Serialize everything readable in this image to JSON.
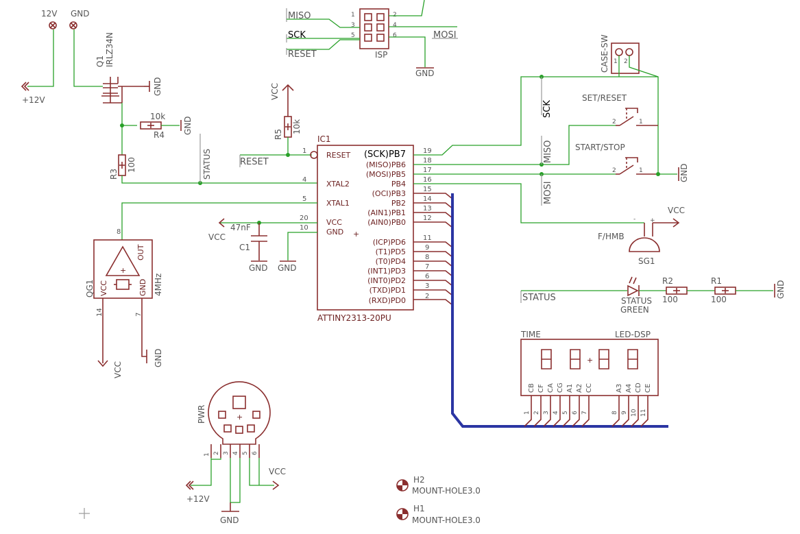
{
  "components": {
    "ic1": {
      "name": "IC1",
      "value": "ATTINY2313-20PU",
      "left_pins": [
        "RESET",
        "XTAL2",
        "XTAL1",
        "VCC",
        "GND"
      ],
      "left_nums": [
        "1",
        "4",
        "5",
        "20",
        "10"
      ],
      "right_pins": [
        "(SCK)PB7",
        "(MISO)PB6",
        "(MOSI)PB5",
        "PB4",
        "(OCI)PB3",
        "PB2",
        "(AIN1)PB1",
        "(AIN0)PB0",
        "(ICP)PD6",
        "(T1)PD5",
        "(T0)PD4",
        "(INT1)PD3",
        "(INT0)PD2",
        "(TXD)PD1",
        "(RXD)PD0"
      ],
      "right_nums": [
        "19",
        "18",
        "17",
        "16",
        "15",
        "14",
        "13",
        "12",
        "11",
        "9",
        "8",
        "7",
        "6",
        "3",
        "2"
      ]
    },
    "isp": {
      "name": "ISP",
      "pins": [
        "1",
        "2",
        "3",
        "4",
        "5",
        "6"
      ],
      "signals": [
        "MISO",
        "SCK",
        "RESET",
        "MOSI",
        "GND"
      ]
    },
    "q1": {
      "name": "Q1",
      "value": "IRLZ34N"
    },
    "r3": {
      "name": "R3",
      "value": "100"
    },
    "r4": {
      "name": "R4",
      "value": "10k"
    },
    "r5": {
      "name": "R5",
      "value": "10k"
    },
    "c1": {
      "name": "C1",
      "value": "47nF"
    },
    "qg1": {
      "name": "QG1",
      "value": "4MHz",
      "pins": [
        "VCC",
        "GND",
        "OUT"
      ],
      "pin_nums": [
        "8",
        "14",
        "7"
      ]
    },
    "case_sw": {
      "name": "CASE-SW",
      "pins": [
        "1",
        "2"
      ]
    },
    "set_reset": {
      "name": "SET/RESET",
      "pins": [
        "2",
        "1"
      ]
    },
    "start_stop": {
      "name": "START/STOP",
      "pins": [
        "2",
        "1"
      ]
    },
    "sg1": {
      "name": "SG1",
      "value": "F/HMB",
      "minus": "-",
      "plus": "+"
    },
    "led": {
      "name": "STATUS",
      "value": "GREEN"
    },
    "r2": {
      "name": "R2",
      "value": "100"
    },
    "r1": {
      "name": "R1",
      "value": "100"
    },
    "display": {
      "name": "TIME",
      "value": "LED-DSP",
      "pin_names": [
        "CB",
        "CF",
        "CA",
        "CG",
        "A1",
        "A2",
        "CC",
        "A3",
        "A4",
        "CD",
        "CE"
      ],
      "pin_nums": [
        "1",
        "2",
        "3",
        "4",
        "5",
        "6",
        "7",
        "8",
        "9",
        "10",
        "11"
      ]
    },
    "pwr": {
      "name": "PWR",
      "pins": [
        "1",
        "2",
        "3",
        "4",
        "5",
        "6"
      ]
    },
    "h1": {
      "name": "H1",
      "value": "MOUNT-HOLE3.0"
    },
    "h2": {
      "name": "H2",
      "value": "MOUNT-HOLE3.0"
    }
  },
  "power": {
    "p12v": "12V",
    "gnd": "GND",
    "plus12v": "+12V",
    "vcc": "VCC"
  },
  "nets": {
    "status": "STATUS",
    "reset": "RESET",
    "sck": "SCK",
    "miso": "MISO",
    "mosi": "MOSI"
  }
}
